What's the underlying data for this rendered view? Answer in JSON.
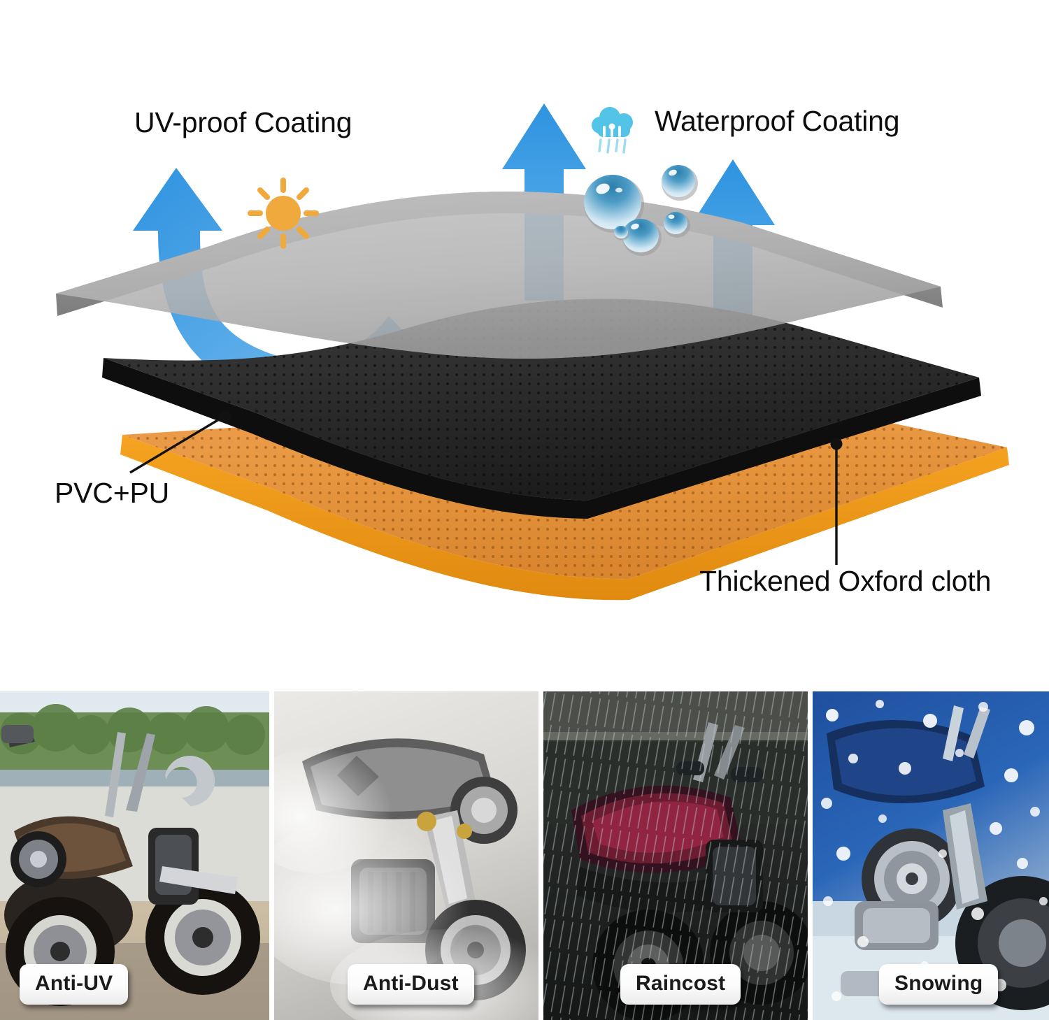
{
  "diagram": {
    "title_uv": "UV-proof Coating",
    "title_water": "Waterproof Coating",
    "label_pvc": "PVC+PU",
    "label_oxford": "Thickened Oxford cloth",
    "icons": {
      "sun": "sun-icon",
      "rain_cloud": "rain-cloud-icon",
      "uv_arrow": "curved-up-arrow-icon",
      "water_arrow_left": "up-arrow-icon",
      "water_arrow_right": "up-arrow-icon"
    },
    "layers": [
      {
        "name": "Waterproof / UV top coating",
        "color": "#b0b0b0"
      },
      {
        "name": "PVC+PU",
        "color": "#2b2b2b"
      },
      {
        "name": "Thickened Oxford cloth",
        "color": "#e8953f"
      }
    ],
    "colors": {
      "arrow_blue": "#3e9ce0",
      "sun_orange": "#f0a93c",
      "rain_blue": "#54c3e8",
      "top_layer_gray": "#b0b0b0",
      "mid_layer_dark": "#2b2b2b",
      "bottom_layer_orange": "#e8953f",
      "droplet_blue": "#1f6e9c",
      "text_black": "#0d0d0d"
    }
  },
  "photos": [
    {
      "badge": "Anti-UV",
      "name": "anti-uv"
    },
    {
      "badge": "Anti-Dust",
      "name": "anti-dust"
    },
    {
      "badge": "Raincost",
      "name": "raincost"
    },
    {
      "badge": "Snowing",
      "name": "snowing"
    }
  ]
}
